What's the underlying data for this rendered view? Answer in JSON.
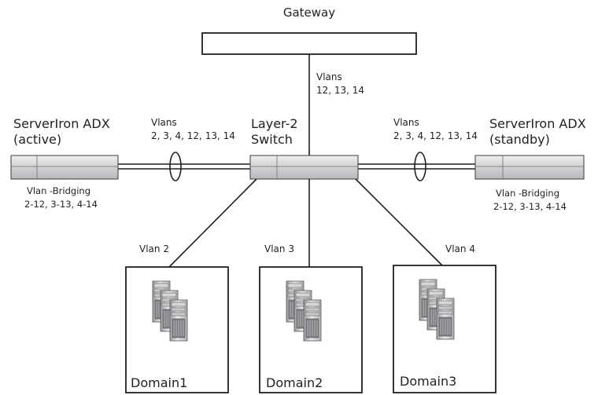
{
  "gateway": {
    "label": "Gateway"
  },
  "gateway_link": {
    "vlans_title": "Vlans",
    "vlans_list": "12, 13, 14"
  },
  "switch": {
    "label_line1": "Layer-2",
    "label_line2": "Switch"
  },
  "adx_active": {
    "name": "ServerIron ADX",
    "role": "(active)",
    "link_vlans_title": "Vlans",
    "link_vlans_list": "2, 3, 4, 12, 13, 14",
    "bridging_title": "Vlan -Bridging",
    "bridging_list": "2-12,  3-13,  4-14"
  },
  "adx_standby": {
    "name": "ServerIron ADX",
    "role": "(standby)",
    "link_vlans_title": "Vlans",
    "link_vlans_list": "2, 3, 4, 12, 13, 14",
    "bridging_title": "Vlan -Bridging",
    "bridging_list": "2-12,  3-13,  4-14"
  },
  "domains": [
    {
      "vlan": "Vlan 2",
      "name": "Domain1"
    },
    {
      "vlan": "Vlan 3",
      "name": "Domain2"
    },
    {
      "vlan": "Vlan 4",
      "name": "Domain3"
    }
  ],
  "colors": {
    "line": "#231f20",
    "device_fill": "#d9dadb",
    "device_stroke": "#3a3a3a",
    "server_light": "#e6e7e8",
    "server_dark": "#8c8e91"
  },
  "icons": {
    "domain_server": "server-stack-icon",
    "trunk_marker": "link-aggregation-ellipse-icon"
  }
}
